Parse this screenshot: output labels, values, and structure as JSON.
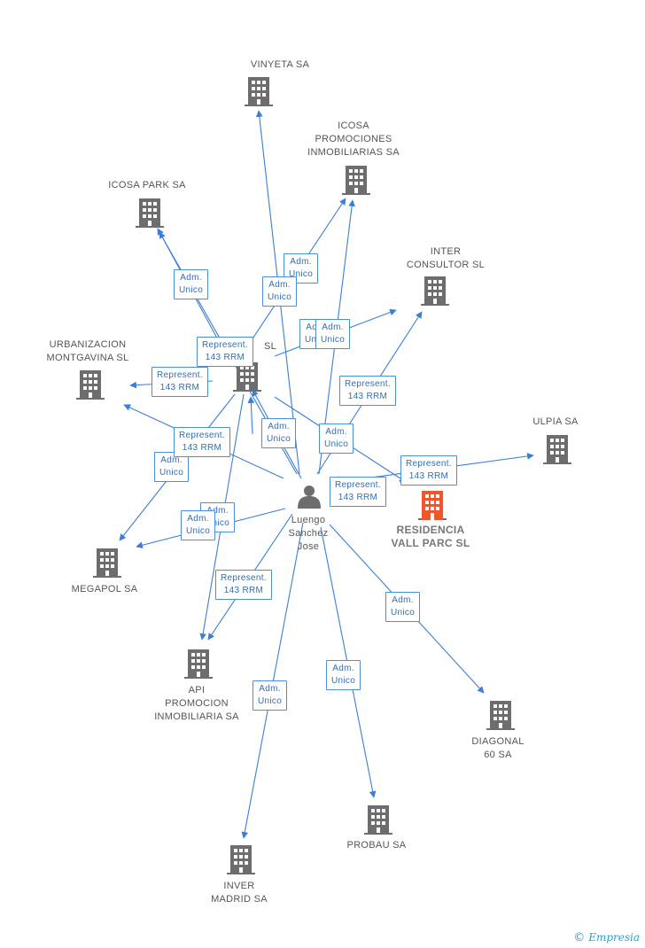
{
  "colors": {
    "edge": "#3a7fd5",
    "building": "#6d6d6d",
    "focus": "#f0562b",
    "person": "#6d6d6d"
  },
  "nodes": [
    {
      "id": "vinyeta",
      "label": [
        "VINYETA SA"
      ],
      "icon": "building-icon"
    },
    {
      "id": "icosa_prom",
      "label": [
        "ICOSA",
        "PROMOCIONES",
        "INMOBILIARIAS SA"
      ],
      "icon": "building-icon"
    },
    {
      "id": "icosa_park",
      "label": [
        "ICOSA PARK SA"
      ],
      "icon": "building-icon"
    },
    {
      "id": "inter",
      "label": [
        "INTER",
        "CONSULTOR SL"
      ],
      "icon": "building-icon"
    },
    {
      "id": "hub_sl",
      "label": [
        "SL"
      ],
      "icon": "building-icon"
    },
    {
      "id": "urbanizacion",
      "label": [
        "URBANIZACION",
        "MONTGAVINA SL"
      ],
      "icon": "building-icon"
    },
    {
      "id": "ulpia",
      "label": [
        "ULPIA SA"
      ],
      "icon": "building-icon"
    },
    {
      "id": "residencia",
      "label": [
        "RESIDENCIA",
        "VALL PARC SL"
      ],
      "icon": "building-icon",
      "focus": true
    },
    {
      "id": "person",
      "label": [
        "Luengo",
        "Sanchez",
        "Jose"
      ],
      "icon": "person-icon"
    },
    {
      "id": "megapol",
      "label": [
        "MEGAPOL SA"
      ],
      "icon": "building-icon"
    },
    {
      "id": "api",
      "label": [
        "API",
        "PROMOCION",
        "INMOBILIARIA SA"
      ],
      "icon": "building-icon"
    },
    {
      "id": "diagonal",
      "label": [
        "DIAGONAL",
        "60 SA"
      ],
      "icon": "building-icon"
    },
    {
      "id": "probau",
      "label": [
        "PROBAU SA"
      ],
      "icon": "building-icon"
    },
    {
      "id": "inver",
      "label": [
        "INVER",
        "MADRID SA"
      ],
      "icon": "building-icon"
    }
  ],
  "edge_labels": [
    [
      "Adm.",
      "Unico"
    ],
    [
      "Adm.",
      "Unico"
    ],
    [
      "Adm.",
      "Unico"
    ],
    [
      "Adm.",
      "Unico"
    ],
    [
      "Adm.",
      "Unico"
    ],
    [
      "Represent.",
      "143 RRM"
    ],
    [
      "Adm.",
      "Unico"
    ],
    [
      "Represent.",
      "143 RRM"
    ],
    [
      "Adm.",
      "Unico"
    ],
    [
      "Represent.",
      "143 RRM"
    ],
    [
      "Adm.",
      "Unico"
    ],
    [
      "Adm.",
      "Unico"
    ],
    [
      "Represent.",
      "143 RRM"
    ],
    [
      "Represent.",
      "143 RRM"
    ],
    [
      "Represent.",
      "143 RRM"
    ],
    [
      "Adm.",
      "Unico"
    ],
    [
      "Represent.",
      "143 RRM"
    ],
    [
      "Adm.",
      "Unico"
    ],
    [
      "Adm.",
      "Unico"
    ],
    [
      "Adm.",
      "Unico"
    ]
  ],
  "brand": {
    "copyright": "©",
    "name": "Empresia"
  }
}
